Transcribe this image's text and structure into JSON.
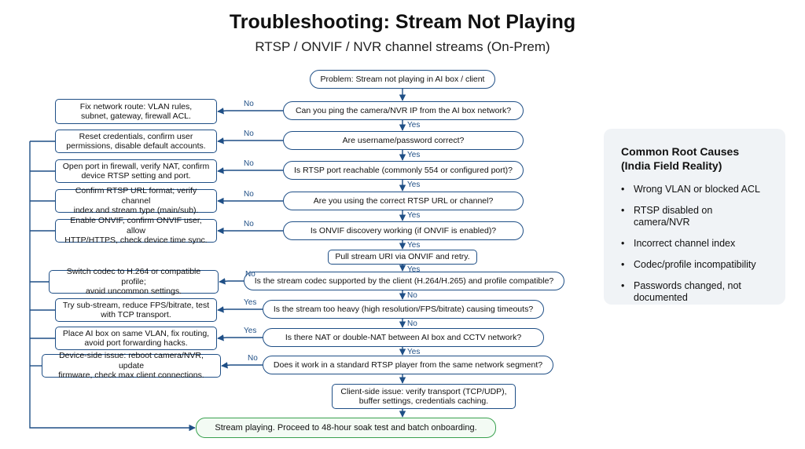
{
  "header": {
    "title": "Troubleshooting: Stream Not Playing",
    "subtitle": "RTSP / ONVIF / NVR channel streams (On-Prem)"
  },
  "flow": {
    "start": "Problem: Stream not playing in AI box / client",
    "decisions": [
      "Can you ping the camera/NVR IP from the AI box network?",
      "Are username/password correct?",
      "Is RTSP port reachable (commonly 554 or configured port)?",
      "Are you using the correct RTSP URL or channel?",
      "Is ONVIF discovery working (if ONVIF is enabled)?",
      "Pull stream URI via ONVIF and retry.",
      "Is the stream codec supported by the client (H.264/H.265) and profile compatible?",
      "Is the stream too heavy (high resolution/FPS/bitrate) causing timeouts?",
      "Is there NAT or double-NAT between AI box and CCTV network?",
      "Does it work in a standard RTSP player from the same network segment?",
      "Client-side issue: verify transport (TCP/UDP),\nbuffer settings, credentials caching."
    ],
    "fixes": [
      "Fix network route: VLAN rules,\nsubnet, gateway, firewall ACL.",
      "Reset credentials, confirm user\npermissions, disable default accounts.",
      "Open port in firewall, verify NAT, confirm\ndevice RTSP setting and port.",
      "Confirm RTSP URL format; verify channel\nindex and stream type (main/sub).",
      "Enable ONVIF, confirm ONVIF user, allow\nHTTP/HTTPS, check device time sync.",
      "Switch codec to H.264 or compatible profile;\navoid uncommon settings.",
      "Try sub-stream, reduce FPS/bitrate, test\nwith TCP transport.",
      "Place AI box on same VLAN, fix routing,\navoid port forwarding hacks.",
      "Device-side issue: reboot camera/NVR, update\nfirmware, check max client connections."
    ],
    "final": "Stream playing. Proceed to 48-hour soak test and batch onboarding.",
    "side_labels": [
      "No",
      "No",
      "No",
      "No",
      "No",
      "No",
      "Yes",
      "Yes",
      "No"
    ],
    "down_labels": [
      "Yes",
      "Yes",
      "Yes",
      "Yes",
      "Yes",
      "Yes",
      "No",
      "No",
      "Yes"
    ]
  },
  "panel": {
    "title": "Common Root Causes\n(India Field Reality)",
    "items": [
      "Wrong VLAN or blocked ACL",
      "RTSP disabled on camera/NVR",
      "Incorrect channel index",
      "Codec/profile incompatibility",
      "Passwords changed, not\ndocumented"
    ]
  },
  "colors": {
    "line": "#1f4f86",
    "final_border": "#39a14f",
    "panel_bg": "#f0f3f6"
  }
}
